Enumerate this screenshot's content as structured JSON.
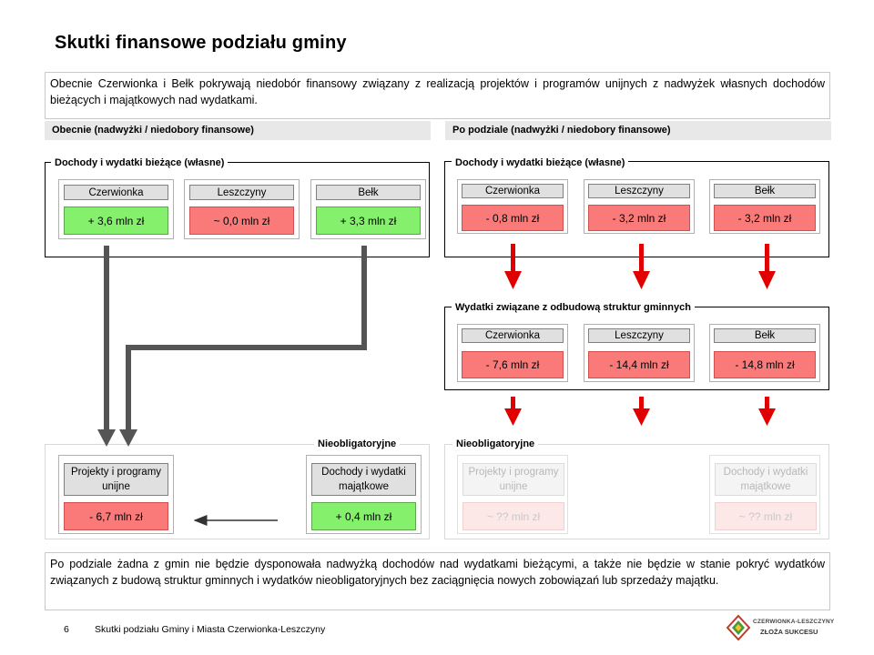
{
  "page_title": "Skutki finansowe podziału gminy",
  "intro": "Obecnie Czerwionka i Bełk pokrywają niedobór finansowy związany z realizacją projektów i programów unijnych z nadwyżek własnych dochodów bieżących i majątkowych nad wydatkami.",
  "left": {
    "header": "Obecnie (nadwyżki / niedobory finansowe)",
    "current_label": "Dochody i wydatki bieżące (własne)",
    "current_tiles": [
      {
        "name": "Czerwionka",
        "value": "+ 3,6 mln zł"
      },
      {
        "name": "Leszczyny",
        "value": "~ 0,0 mln zł"
      },
      {
        "name": "Bełk",
        "value": "+ 3,3 mln zł"
      }
    ],
    "nonobl_label": "Nieobligatoryjne",
    "nonobl_tiles": [
      {
        "name": "Projekty i programy unijne",
        "value": "- 6,7 mln zł"
      },
      {
        "name": "Dochody i wydatki majątkowe",
        "value": "+ 0,4 mln zł"
      }
    ]
  },
  "right": {
    "header": "Po podziale (nadwyżki / niedobory finansowe)",
    "current_label": "Dochody i wydatki bieżące (własne)",
    "current_tiles": [
      {
        "name": "Czerwionka",
        "value": "- 0,8 mln zł"
      },
      {
        "name": "Leszczyny",
        "value": "- 3,2 mln zł"
      },
      {
        "name": "Bełk",
        "value": "- 3,2 mln zł"
      }
    ],
    "struct_label": "Wydatki związane z odbudową struktur gminnych",
    "struct_tiles": [
      {
        "name": "Czerwionka",
        "value": "- 7,6 mln zł"
      },
      {
        "name": "Leszczyny",
        "value": "- 14,4 mln zł"
      },
      {
        "name": "Bełk",
        "value": "- 14,8 mln zł"
      }
    ],
    "nonobl_label": "Nieobligatoryjne",
    "nonobl_tiles": [
      {
        "name": "Projekty i programy unijne",
        "value": "~ ?? mln zł"
      },
      {
        "name": "Dochody i wydatki majątkowe",
        "value": "~ ?? mln zł"
      }
    ]
  },
  "conclusion": "Po podziale żadna z gmin nie będzie dysponowała nadwyżką dochodów nad wydatkami bieżącymi, a także nie będzie w stanie pokryć wydatków związanych z budową struktur gminnych i wydatków nieobligatoryjnych bez zaciągnięcia nowych zobowiązań lub sprzedaży majątku.",
  "footer": {
    "page_number": "6",
    "text": "Skutki podziału Gminy i Miasta Czerwionka-Leszczyny",
    "logo_line1": "CZERWIONKA-LESZCZYNY",
    "logo_line2": "ZŁOŻA SUKCESU"
  },
  "colors": {
    "positive": "#84f06b",
    "negative": "#fa7a7a",
    "arrow_red": "#e00000",
    "arrow_gray": "#555555"
  }
}
